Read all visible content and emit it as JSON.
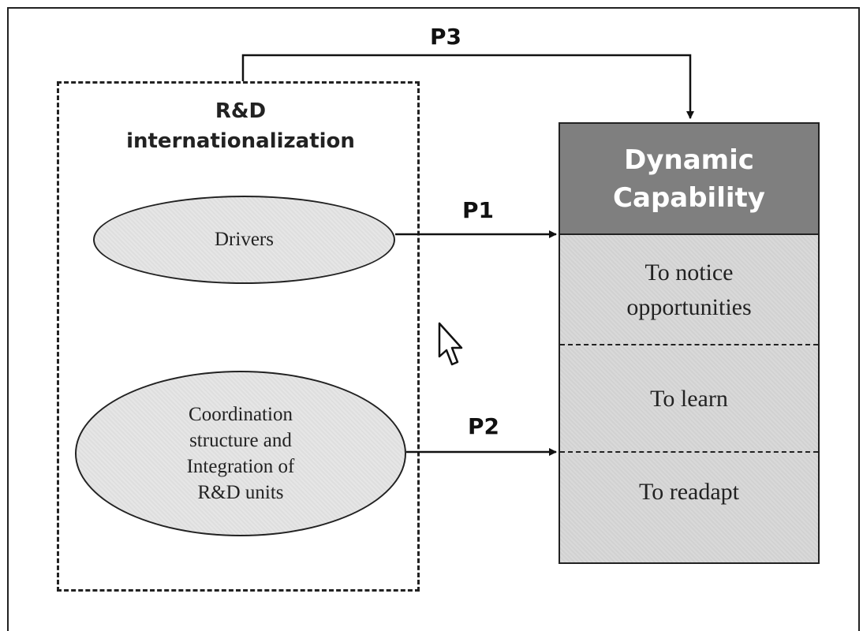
{
  "group": {
    "title_line1": "R&D",
    "title_line2": "internationalization"
  },
  "ellipses": {
    "drivers": "Drivers",
    "coordination_line1": "Coordination",
    "coordination_line2": "structure and",
    "coordination_line3": "Integration of",
    "coordination_line4": "R&D units"
  },
  "capability": {
    "header_line1": "Dynamic",
    "header_line2": "Capability",
    "rows": [
      {
        "line1": "To notice",
        "line2": "opportunities"
      },
      {
        "line1": "To learn"
      },
      {
        "line1": "To readapt"
      }
    ]
  },
  "arrows": {
    "p1": "P1",
    "p2": "P2",
    "p3": "P3"
  },
  "icons": {
    "cursor": "mouse-pointer-icon"
  },
  "colors": {
    "header_fill": "#7f7f7f",
    "box_fill": "#d9d9d9",
    "ellipse_fill": "#e6e6e6",
    "stroke": "#222222"
  }
}
